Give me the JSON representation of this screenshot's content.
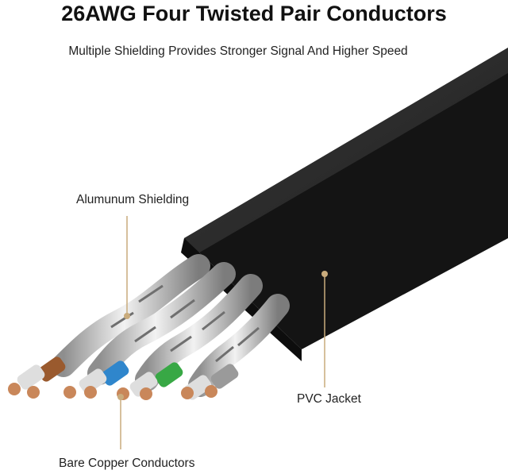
{
  "header": {
    "title": "26AWG Four Twisted Pair Conductors",
    "subtitle": "Multiple Shielding Provides Stronger Signal And Higher Speed"
  },
  "callouts": {
    "shielding": "Alumunum Shielding",
    "jacket": "PVC Jacket",
    "copper": "Bare Copper Conductors"
  },
  "colors": {
    "accent": "#c9ab7c",
    "jacket": "#262626",
    "copper": "#c9875a",
    "pairs": [
      "#9a5a2e",
      "#2f86cc",
      "#38a845",
      "#9a9a9a"
    ]
  }
}
